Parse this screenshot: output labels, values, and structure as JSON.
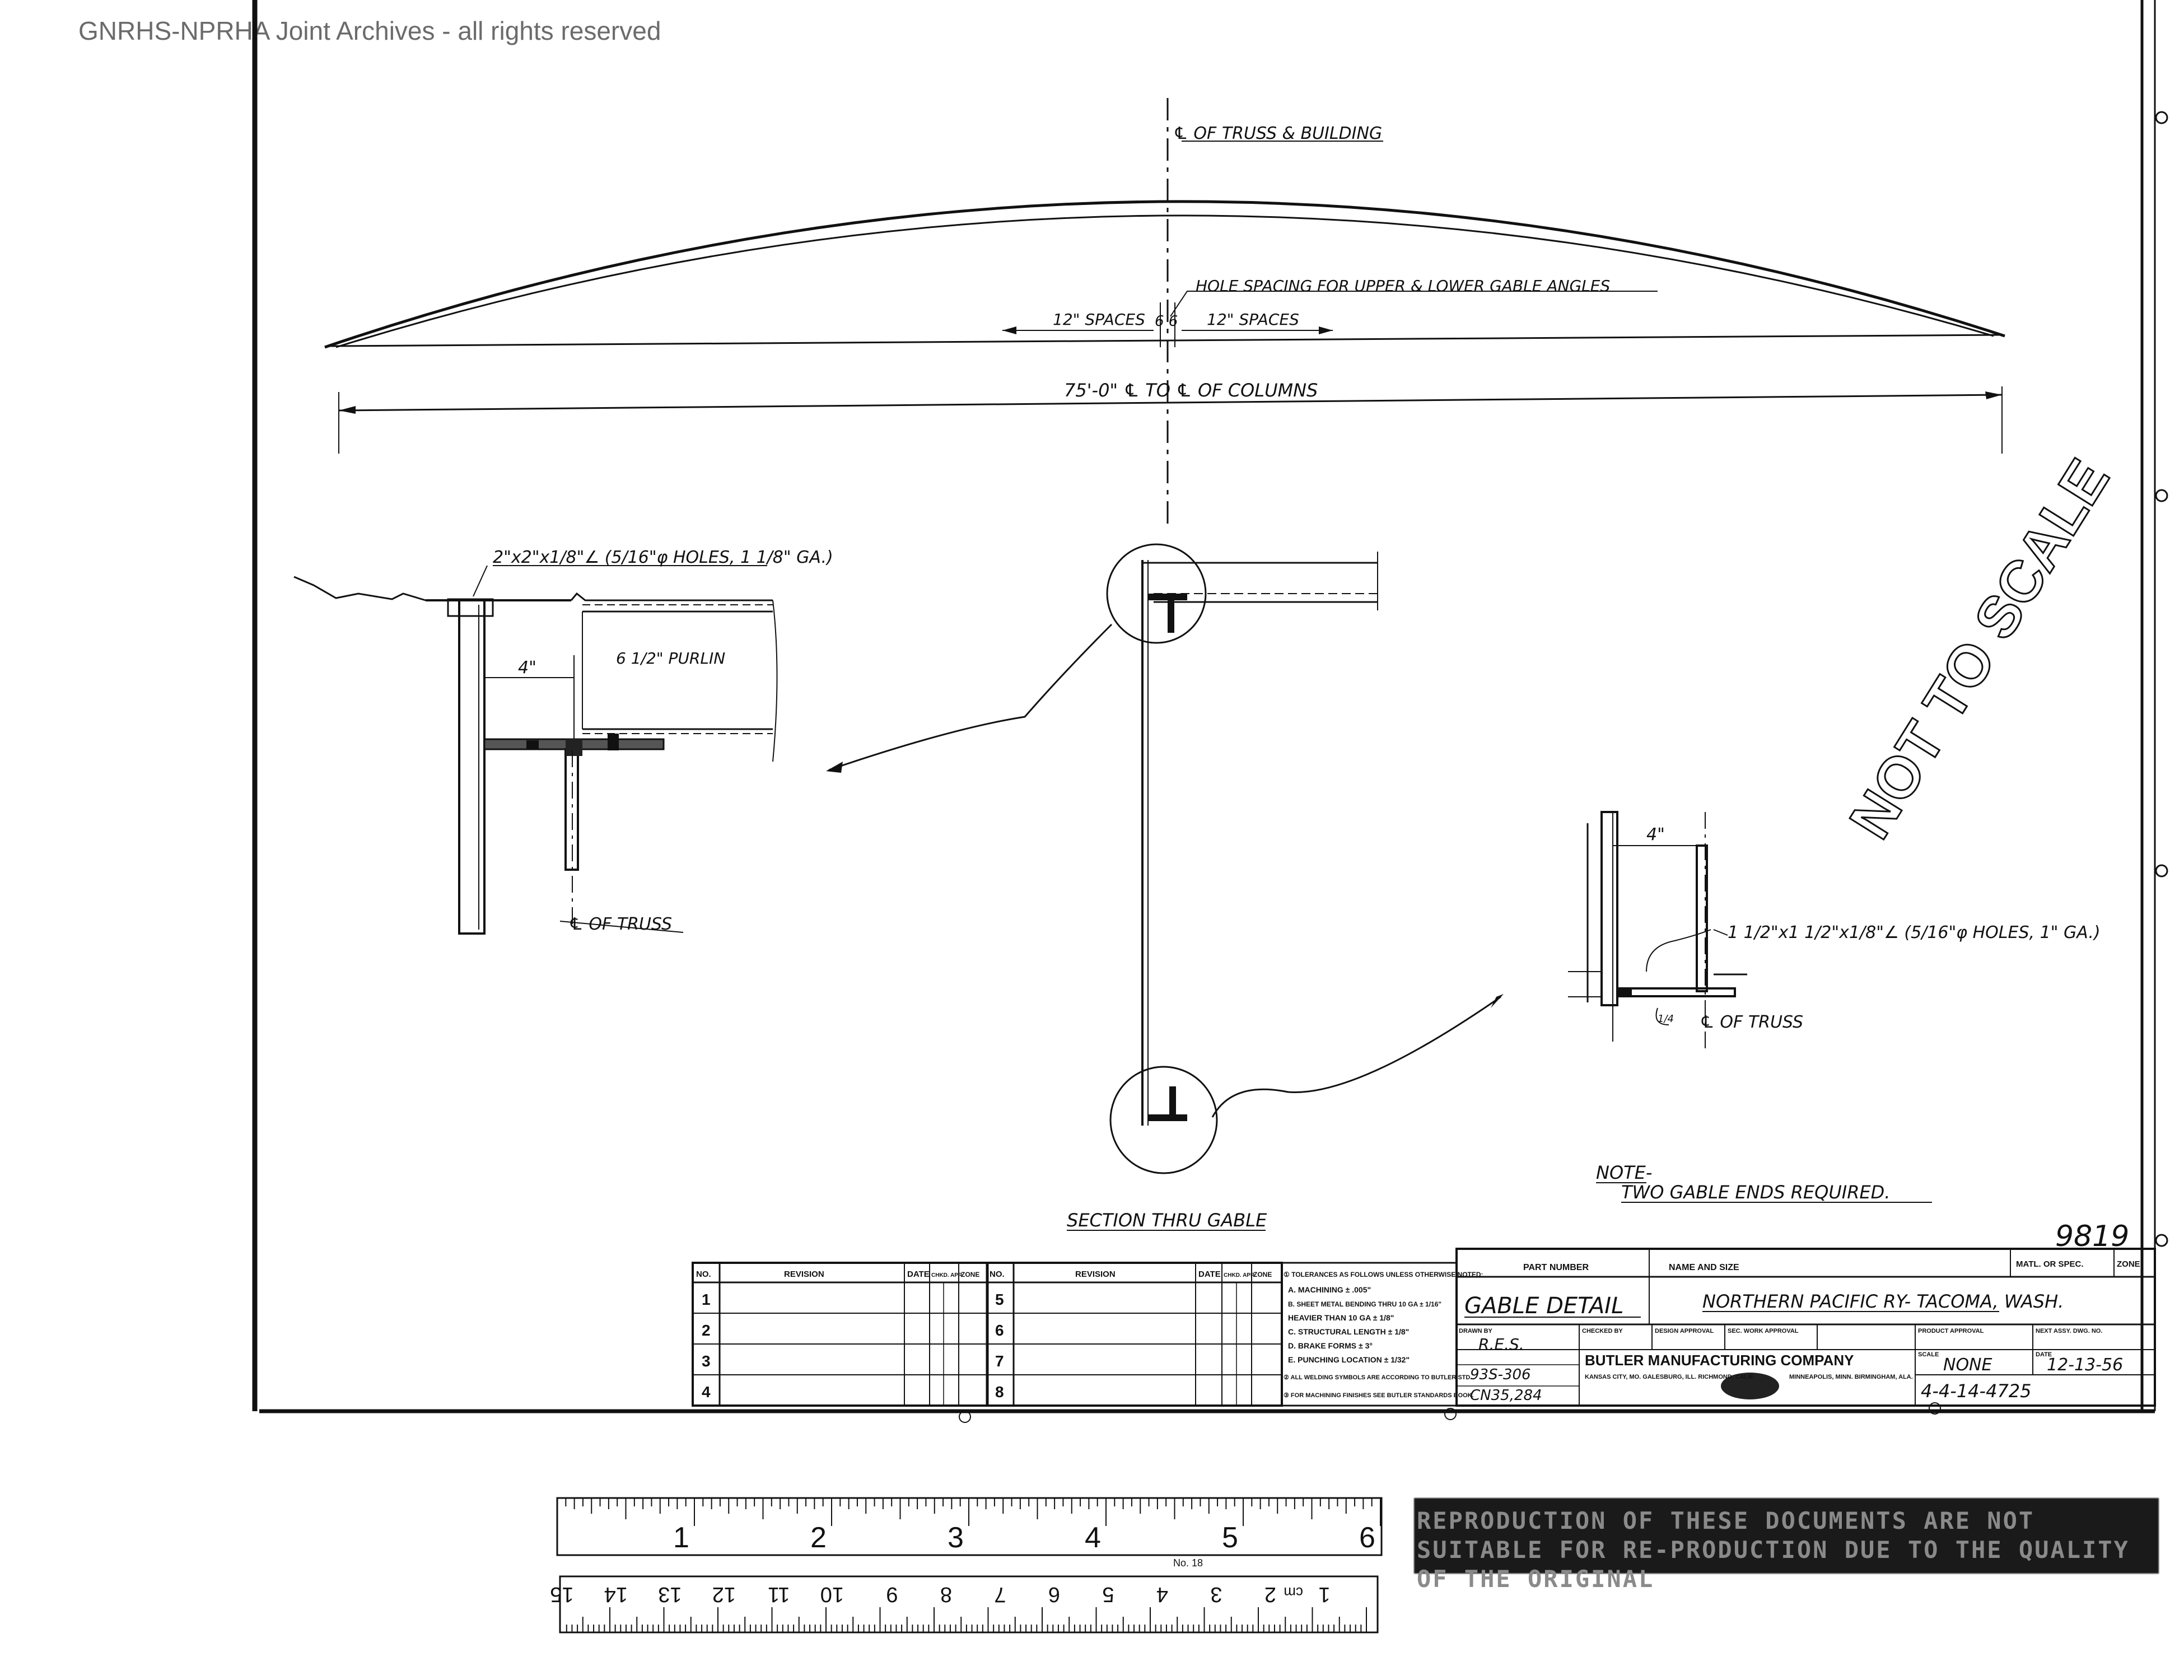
{
  "watermark": "GNRHS-NPRHA Joint Archives - all rights reserved",
  "sheet_number_handwritten": "9819",
  "elevation": {
    "centerline_label": "℄ OF TRUSS & BUILDING",
    "hole_spacing_label": "HOLE SPACING FOR UPPER & LOWER GABLE ANGLES",
    "spaces_left": "12\" SPACES",
    "spaces_center": "6 6",
    "spaces_right": "12\" SPACES",
    "span_label": "75'-0\" ℄ TO ℄ OF COLUMNS"
  },
  "detail_left": {
    "angle_label": "2\"x2\"x1/8\"∠ (5/16\"φ HOLES, 1 1/8\" GA.)",
    "dim_4": "4\"",
    "purlin_label": "6 1/2\" PURLIN",
    "truss_cl": "℄ OF TRUSS"
  },
  "detail_right": {
    "dim_4": "4\"",
    "angle_label": "1 1/2\"x1 1/2\"x1/8\"∠ (5/16\"φ HOLES, 1\" GA.)",
    "truss_cl": "℄ OF TRUSS",
    "dim_small": "1/4"
  },
  "section_label": "SECTION THRU GABLE",
  "stamp": "NOT TO SCALE",
  "note": {
    "title": "NOTE-",
    "text": "TWO GABLE ENDS REQUIRED."
  },
  "revision_table": {
    "headers": [
      "NO.",
      "REVISION",
      "DATE",
      "CHKD. APR.",
      "ZONE"
    ],
    "left_rows": [
      "1",
      "2",
      "3",
      "4"
    ],
    "right_rows": [
      "5",
      "6",
      "7",
      "8"
    ]
  },
  "tolerances": {
    "heading": "① TOLERANCES AS FOLLOWS UNLESS OTHERWISE NOTED:",
    "lines": [
      "A. MACHINING ± .005\"",
      "B. SHEET METAL BENDING THRU 10 GA ± 1/16\"",
      "   HEAVIER THAN 10 GA ± 1/8\"",
      "C. STRUCTURAL LENGTH ± 1/8\"",
      "D. BRAKE FORMS ± 3°",
      "E. PUNCHING LOCATION ± 1/32\"",
      "② ALL WELDING SYMBOLS ARE ACCORDING TO BUTLER STD.",
      "③ FOR MACHINING FINISHES SEE BUTLER STANDARDS BOOK."
    ]
  },
  "title_block": {
    "part_number_label": "PART NUMBER",
    "name_size_label": "NAME AND SIZE",
    "matl_label": "MATL. OR SPEC.",
    "zone_label": "ZONE",
    "drawing_title": "GABLE DETAIL",
    "customer": "NORTHERN PACIFIC RY- TACOMA, WASH.",
    "drawn_by_label": "DRAWN BY",
    "drawn_by": "R.E.S.",
    "checked_label": "CHECKED BY",
    "design_label": "DESIGN APPROVAL",
    "sec_approval_label": "SEC. WORK APPROVAL",
    "product_label": "PRODUCT APPROVAL",
    "next_assy_label": "NEXT ASSY. DWG. NO.",
    "ref1": "93S-306",
    "ref2": "CN35,284",
    "company": "BUTLER MANUFACTURING COMPANY",
    "company_sub1": "KANSAS CITY, MO.  GALESBURG, ILL.  RICHMOND, CALIF.",
    "company_sub2": "MINNEAPOLIS, MINN.  BIRMINGHAM, ALA.",
    "scale_label": "SCALE",
    "scale": "NONE",
    "date_label": "DATE",
    "date": "12-13-56",
    "drawing_number": "4-4-14-4725"
  },
  "ruler_inches": [
    "1",
    "2",
    "3",
    "4",
    "5",
    "6"
  ],
  "ruler_cm": [
    "1",
    "2",
    "3",
    "4",
    "5",
    "6",
    "7",
    "8",
    "9",
    "10",
    "11",
    "12",
    "13",
    "14",
    "15"
  ],
  "ruler_cm_unit": "cm",
  "ruler_no": "No. 18",
  "redacted_notice": "REPRODUCTION OF THESE DOCUMENTS ARE NOT SUITABLE FOR RE-PRODUCTION DUE TO THE QUALITY OF THE ORIGINAL"
}
